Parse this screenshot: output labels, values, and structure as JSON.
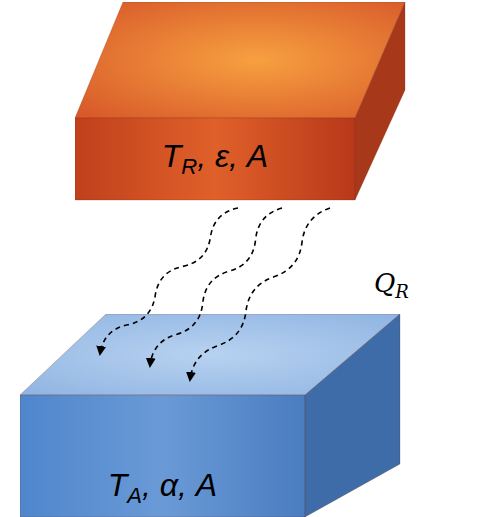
{
  "diagram": {
    "nodes": [
      {
        "text": [
          "T",
          "R",
          ", ε, A"
        ]
      },
      {
        "text": [
          "T",
          "A",
          ", α, A"
        ]
      }
    ],
    "edges": [
      {
        "from": 0,
        "to": 1,
        "arrow": "to"
      },
      {
        "from": 0,
        "to": 1,
        "arrow": "to"
      },
      {
        "from": 0,
        "to": 1,
        "arrow": "to"
      }
    ],
    "labels": [
      "Q",
      "R"
    ]
  }
}
